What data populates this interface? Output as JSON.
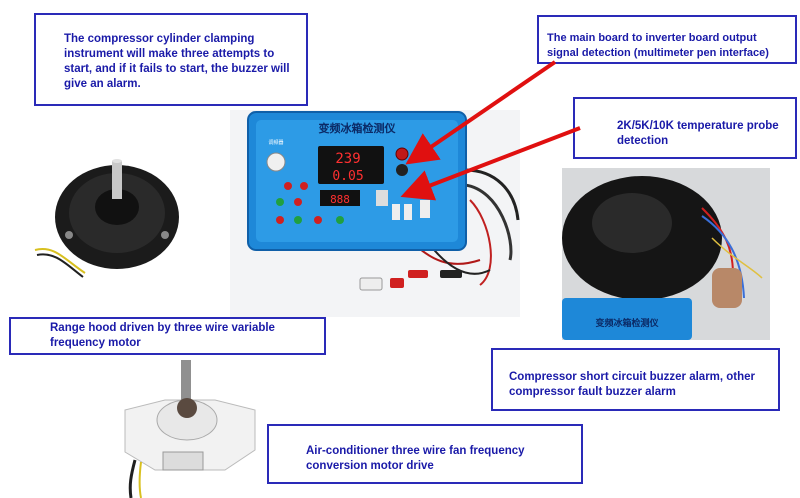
{
  "callouts": {
    "cylinder_clamp": "The compressor cylinder clamping instrument will make three attempts to start, and if it fails to start, the buzzer will give an alarm.",
    "board_signal": "The main board to inverter board output signal detection (multimeter pen interface)",
    "temp_probe": "2K/5K/10K temperature probe detection",
    "range_hood": "Range hood driven by three wire variable frequency motor",
    "short_circuit": "Compressor short circuit buzzer alarm, other compressor fault buzzer alarm",
    "fan_motor": "Air-conditioner three wire fan frequency conversion motor drive"
  },
  "device": {
    "title": "变频冰箱检测仪",
    "voltage_reading": "239",
    "current_reading": "0.05",
    "segment_reading": "888",
    "knob_label": "调频器"
  },
  "compressor_label": "变频冰箱检测仪",
  "colors": {
    "callout_border": "#2a2ab8",
    "callout_text": "#1a1aa8",
    "arrow": "#e01010",
    "device_body": "#1e88d8"
  }
}
